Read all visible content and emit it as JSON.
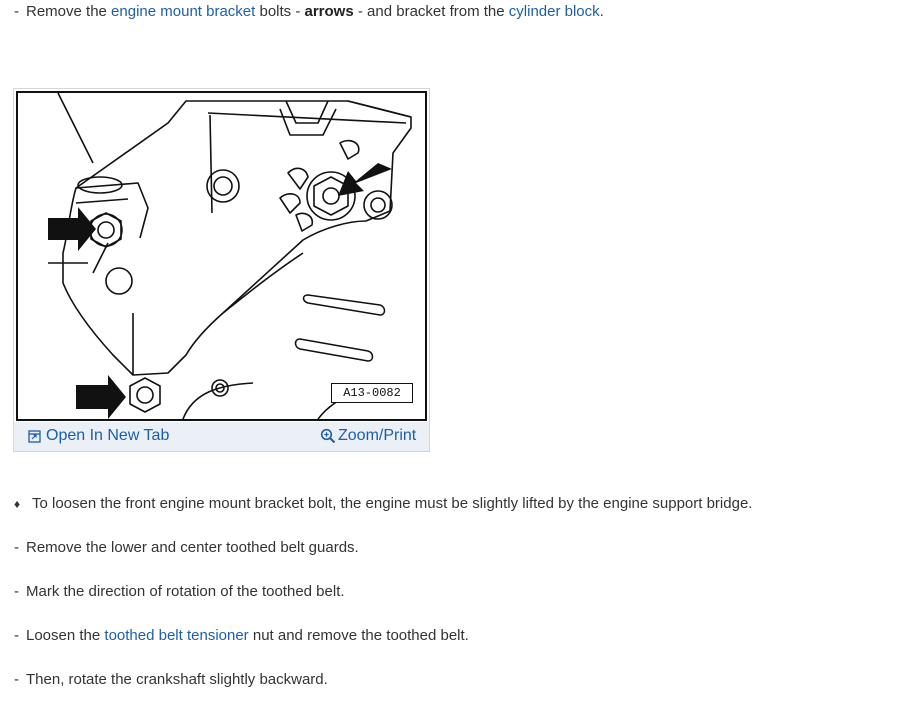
{
  "step1": {
    "prefix": "Remove the ",
    "link1": "engine mount bracket",
    "mid1": " bolts - ",
    "bold": "arrows",
    "mid2": " - and bracket from the ",
    "link2": "cylinder block",
    "suffix": "."
  },
  "figure": {
    "label": "A13-0082",
    "open_tab": "Open In New Tab",
    "zoom": "Zoom/Print"
  },
  "note": "To loosen the front engine mount bracket bolt, the engine must be slightly lifted by the engine support bridge.",
  "steps": [
    "Remove the lower and center toothed belt guards.",
    "Mark the direction of rotation of the toothed belt."
  ],
  "step4": {
    "prefix": "Loosen the ",
    "link": "toothed belt tensioner",
    "suffix": " nut and remove the toothed belt."
  },
  "step5": "Then, rotate the crankshaft slightly backward.",
  "glyphs": {
    "dash": "-",
    "bullet": "♦"
  },
  "colors": {
    "link": "#1d5fa7",
    "text": "#333333",
    "bar": "#eaf0f6"
  }
}
